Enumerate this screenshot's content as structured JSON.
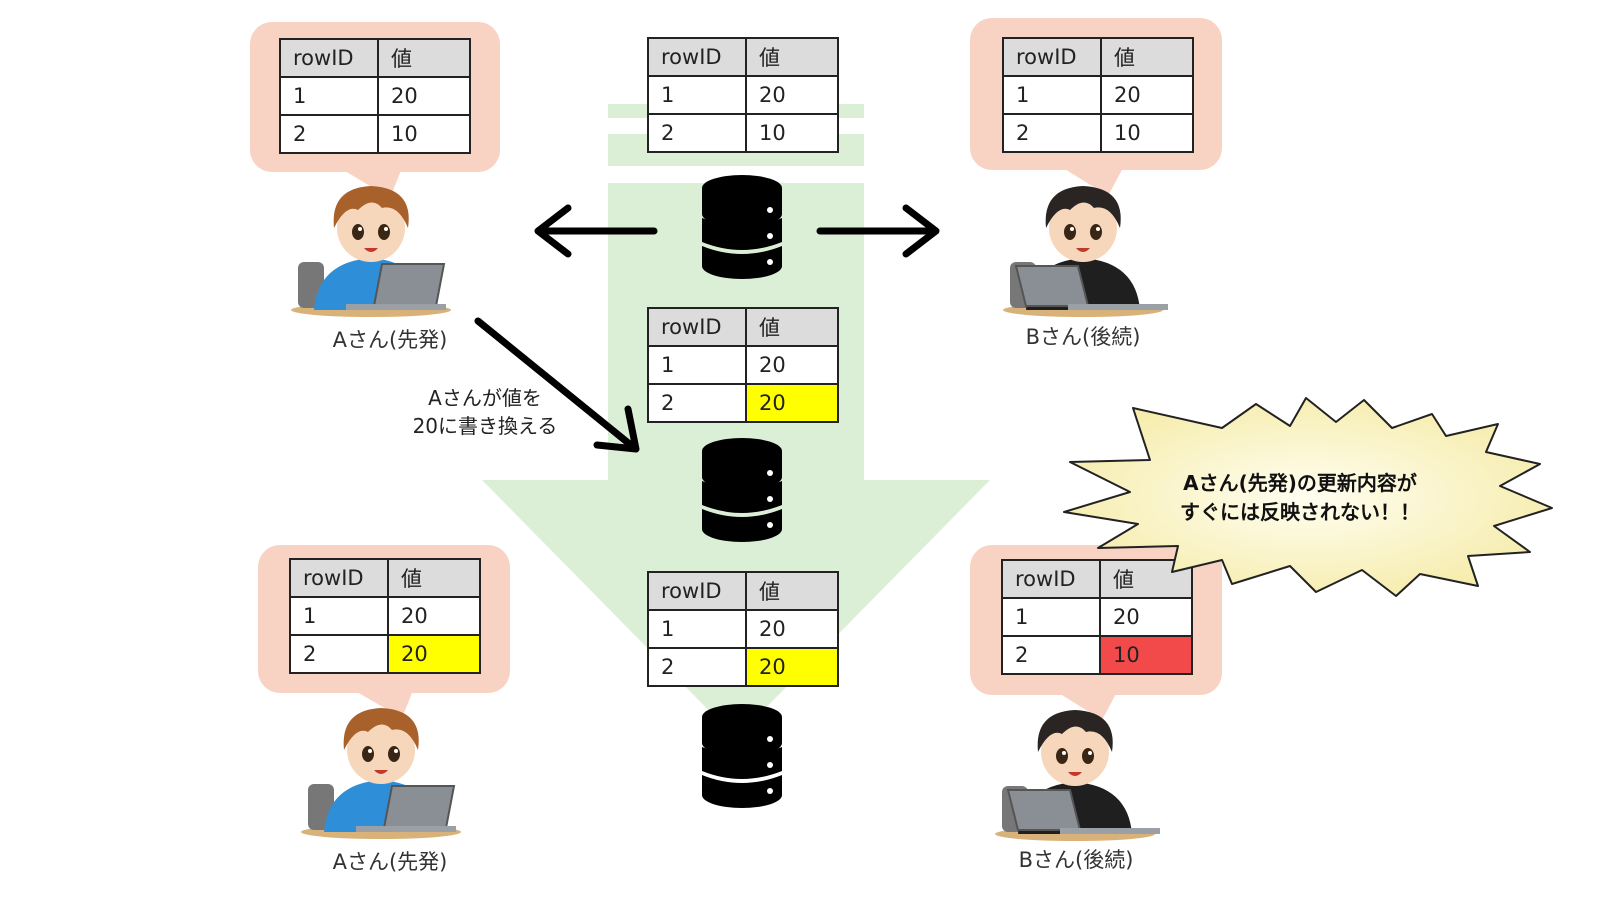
{
  "colors": {
    "bubble": "#f8d3c3",
    "flow_arrow": "#dbeed6",
    "header_cell": "#dcdcdc",
    "highlight_yellow": "#ffff00",
    "highlight_red": "#f24a4a",
    "burst_fill": "#fdf7c4"
  },
  "header": {
    "col1": "rowID",
    "col2": "値"
  },
  "tables": {
    "a_before": {
      "r1": [
        "1",
        "20"
      ],
      "r2": [
        "2",
        "10"
      ]
    },
    "db_before": {
      "r1": [
        "1",
        "20"
      ],
      "r2": [
        "2",
        "10"
      ]
    },
    "b_before": {
      "r1": [
        "1",
        "20"
      ],
      "r2": [
        "2",
        "10"
      ]
    },
    "db_mid": {
      "r1": [
        "1",
        "20"
      ],
      "r2": [
        "2",
        "20"
      ]
    },
    "db_after": {
      "r1": [
        "1",
        "20"
      ],
      "r2": [
        "2",
        "20"
      ]
    },
    "a_after": {
      "r1": [
        "1",
        "20"
      ],
      "r2": [
        "2",
        "20"
      ]
    },
    "b_after": {
      "r1": [
        "1",
        "20"
      ],
      "r2": [
        "2",
        "10"
      ]
    }
  },
  "labels": {
    "user_a": "Aさん(先発)",
    "user_b": "Bさん(後続)"
  },
  "note": {
    "line1": "Aさんが値を",
    "line2": "20に書き換える"
  },
  "burst": {
    "line1": "Aさん(先発)の更新内容が",
    "line2": "すぐには反映されない！！"
  },
  "icons": {
    "database": "database-icon",
    "user_a": "person-at-laptop-blue-hoodie",
    "user_b": "person-at-laptop-black-hoodie"
  }
}
